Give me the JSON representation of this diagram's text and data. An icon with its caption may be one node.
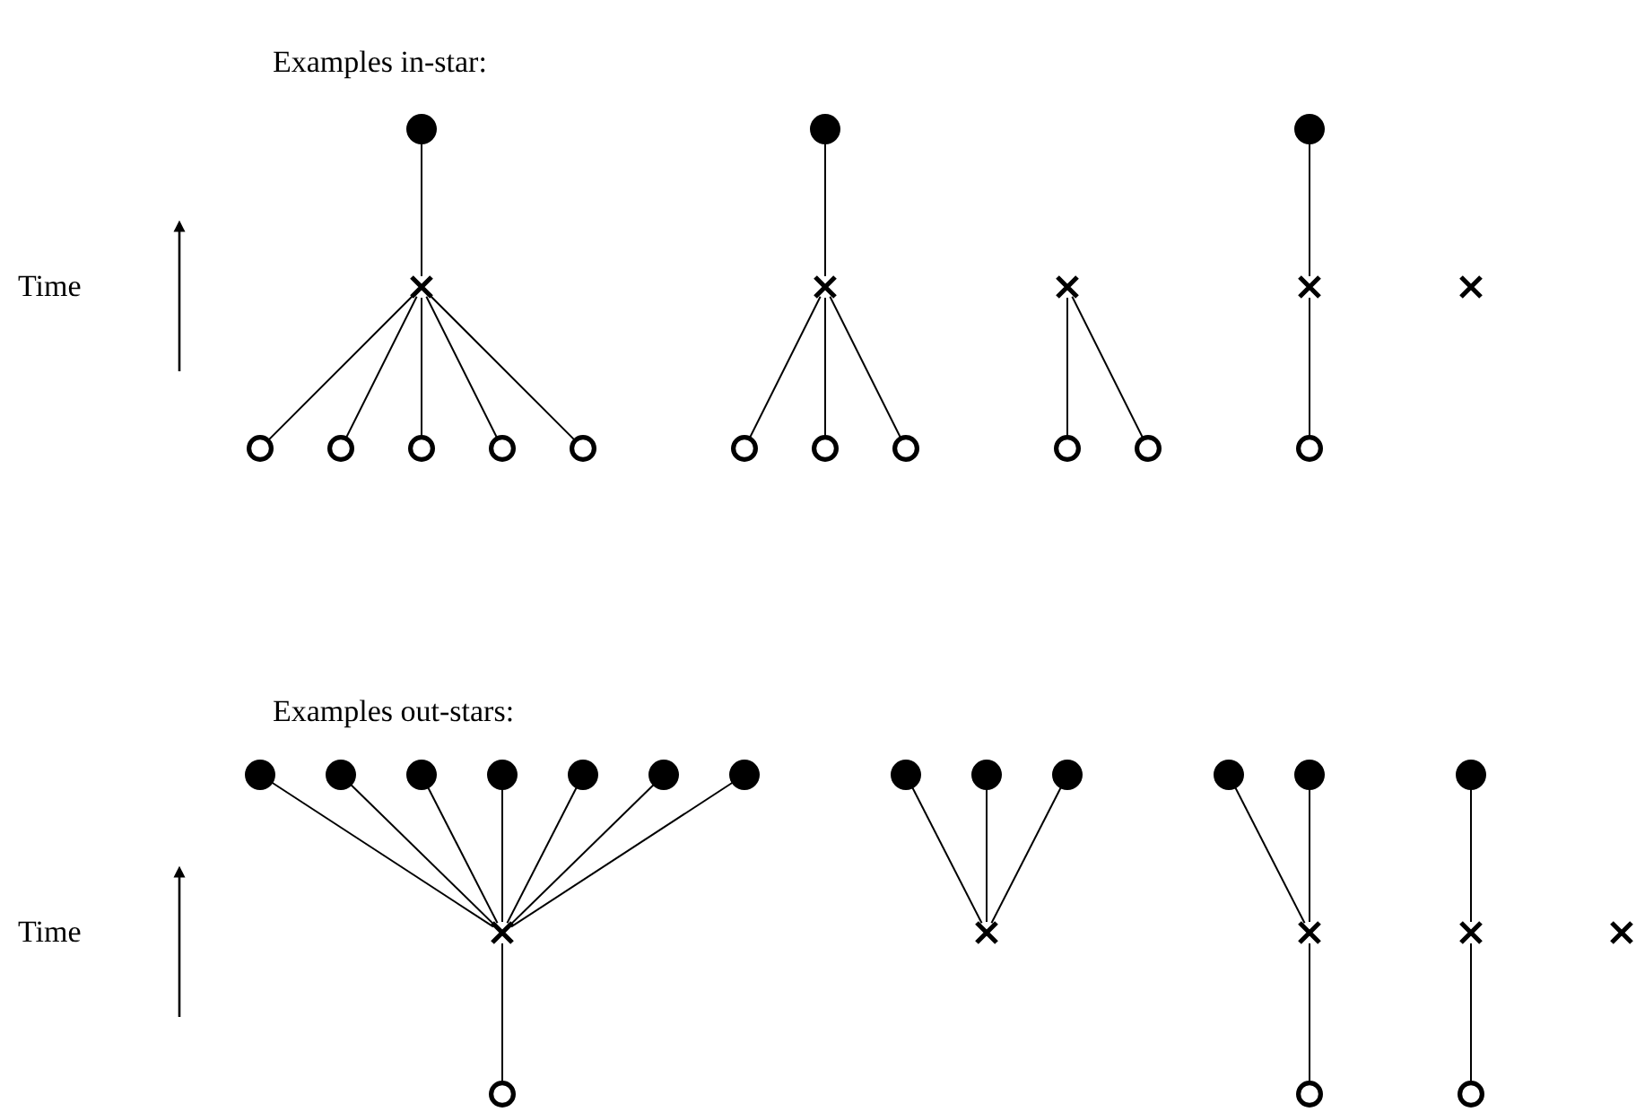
{
  "diagram": {
    "nodes": [
      {
        "text": [],
        "shape": "dot"
      },
      {
        "text": [],
        "shape": "cross"
      },
      {
        "text": [],
        "shape": "circle"
      },
      {
        "text": [],
        "shape": "circle"
      },
      {
        "text": [],
        "shape": "circle"
      },
      {
        "text": [],
        "shape": "circle"
      },
      {
        "text": [],
        "shape": "circle"
      },
      {
        "text": [],
        "shape": "dot"
      },
      {
        "text": [],
        "shape": "cross"
      },
      {
        "text": [],
        "shape": "circle"
      },
      {
        "text": [],
        "shape": "circle"
      },
      {
        "text": [],
        "shape": "circle"
      },
      {
        "text": [],
        "shape": "cross"
      },
      {
        "text": [],
        "shape": "circle"
      },
      {
        "text": [],
        "shape": "circle"
      },
      {
        "text": [],
        "shape": "dot"
      },
      {
        "text": [],
        "shape": "cross"
      },
      {
        "text": [],
        "shape": "circle"
      },
      {
        "text": [],
        "shape": "cross"
      },
      {
        "text": [],
        "shape": "dot"
      },
      {
        "text": [],
        "shape": "dot"
      },
      {
        "text": [],
        "shape": "dot"
      },
      {
        "text": [],
        "shape": "dot"
      },
      {
        "text": [],
        "shape": "dot"
      },
      {
        "text": [],
        "shape": "dot"
      },
      {
        "text": [],
        "shape": "dot"
      },
      {
        "text": [],
        "shape": "cross"
      },
      {
        "text": [],
        "shape": "circle"
      },
      {
        "text": [],
        "shape": "dot"
      },
      {
        "text": [],
        "shape": "dot"
      },
      {
        "text": [],
        "shape": "dot"
      },
      {
        "text": [],
        "shape": "cross"
      },
      {
        "text": [],
        "shape": "dot"
      },
      {
        "text": [],
        "shape": "dot"
      },
      {
        "text": [],
        "shape": "cross"
      },
      {
        "text": [],
        "shape": "circle"
      },
      {
        "text": [],
        "shape": "dot"
      },
      {
        "text": [],
        "shape": "cross"
      },
      {
        "text": [],
        "shape": "circle"
      },
      {
        "text": [],
        "shape": "cross"
      }
    ],
    "edges": [
      {
        "from": 1,
        "to": 0,
        "arrow": "none"
      },
      {
        "from": 2,
        "to": 1,
        "arrow": "none"
      },
      {
        "from": 3,
        "to": 1,
        "arrow": "none"
      },
      {
        "from": 4,
        "to": 1,
        "arrow": "none"
      },
      {
        "from": 5,
        "to": 1,
        "arrow": "none"
      },
      {
        "from": 6,
        "to": 1,
        "arrow": "none"
      },
      {
        "from": 8,
        "to": 7,
        "arrow": "none"
      },
      {
        "from": 9,
        "to": 8,
        "arrow": "none"
      },
      {
        "from": 10,
        "to": 8,
        "arrow": "none"
      },
      {
        "from": 11,
        "to": 8,
        "arrow": "none"
      },
      {
        "from": 13,
        "to": 12,
        "arrow": "none"
      },
      {
        "from": 14,
        "to": 12,
        "arrow": "none"
      },
      {
        "from": 16,
        "to": 15,
        "arrow": "none"
      },
      {
        "from": 17,
        "to": 16,
        "arrow": "none"
      },
      {
        "from": 26,
        "to": 19,
        "arrow": "none"
      },
      {
        "from": 26,
        "to": 20,
        "arrow": "none"
      },
      {
        "from": 26,
        "to": 21,
        "arrow": "none"
      },
      {
        "from": 26,
        "to": 22,
        "arrow": "none"
      },
      {
        "from": 26,
        "to": 23,
        "arrow": "none"
      },
      {
        "from": 26,
        "to": 24,
        "arrow": "none"
      },
      {
        "from": 26,
        "to": 25,
        "arrow": "none"
      },
      {
        "from": 27,
        "to": 26,
        "arrow": "none"
      },
      {
        "from": 31,
        "to": 28,
        "arrow": "none"
      },
      {
        "from": 31,
        "to": 29,
        "arrow": "none"
      },
      {
        "from": 31,
        "to": 30,
        "arrow": "none"
      },
      {
        "from": 34,
        "to": 32,
        "arrow": "none"
      },
      {
        "from": 34,
        "to": 33,
        "arrow": "none"
      },
      {
        "from": 35,
        "to": 34,
        "arrow": "none"
      },
      {
        "from": 37,
        "to": 36,
        "arrow": "none"
      },
      {
        "from": 38,
        "to": 37,
        "arrow": "none"
      }
    ],
    "labels": [
      "Examples in-star:",
      "Time",
      "Examples out-stars:",
      "Time"
    ]
  }
}
